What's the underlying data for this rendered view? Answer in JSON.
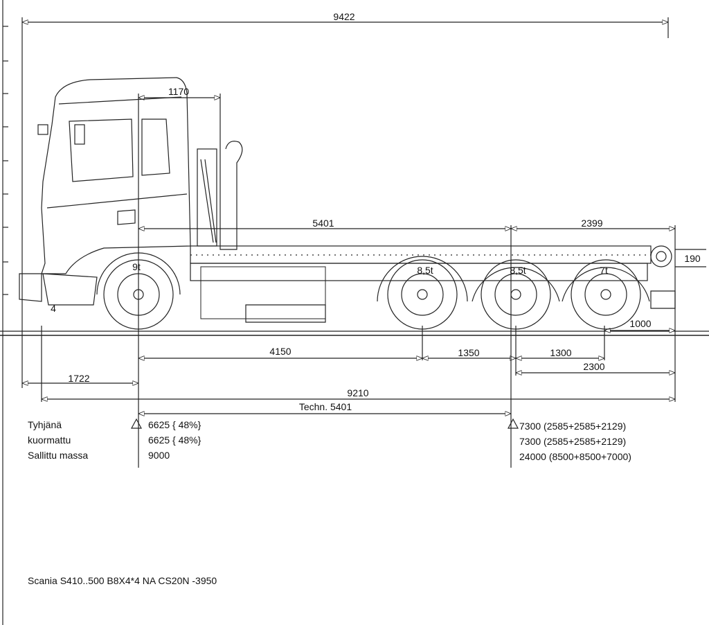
{
  "drawing": {
    "dimensions": {
      "overall_length": "9422",
      "cab_to_hook": "1170",
      "body_length": "5401",
      "rear_overhang_body": "2399",
      "hitch_height": "190",
      "rear_overhang_frame": "1000",
      "wheelbase_1": "4150",
      "axle_spacing_1": "1350",
      "axle_spacing_2": "1300",
      "rear_overhang": "2300",
      "front_overhang": "1722",
      "frame_length": "9210",
      "technical_wheelbase": "Techn. 5401",
      "cab_marker": "4"
    },
    "axle_loads": [
      "9t",
      "8,5t",
      "8,5t",
      "7t"
    ]
  },
  "weights": {
    "rows": [
      {
        "label": "Tyhjänä",
        "front": "6625 { 48%}",
        "rear": "7300 (2585+2585+2129)"
      },
      {
        "label": "kuormattu",
        "front": "6625 { 48%}",
        "rear": "7300 (2585+2585+2129)"
      },
      {
        "label": "Sallittu massa",
        "front": "9000",
        "rear": "24000 (8500+8500+7000)"
      }
    ]
  },
  "model": "Scania S410..500 B8X4*4 NA CS20N -3950"
}
